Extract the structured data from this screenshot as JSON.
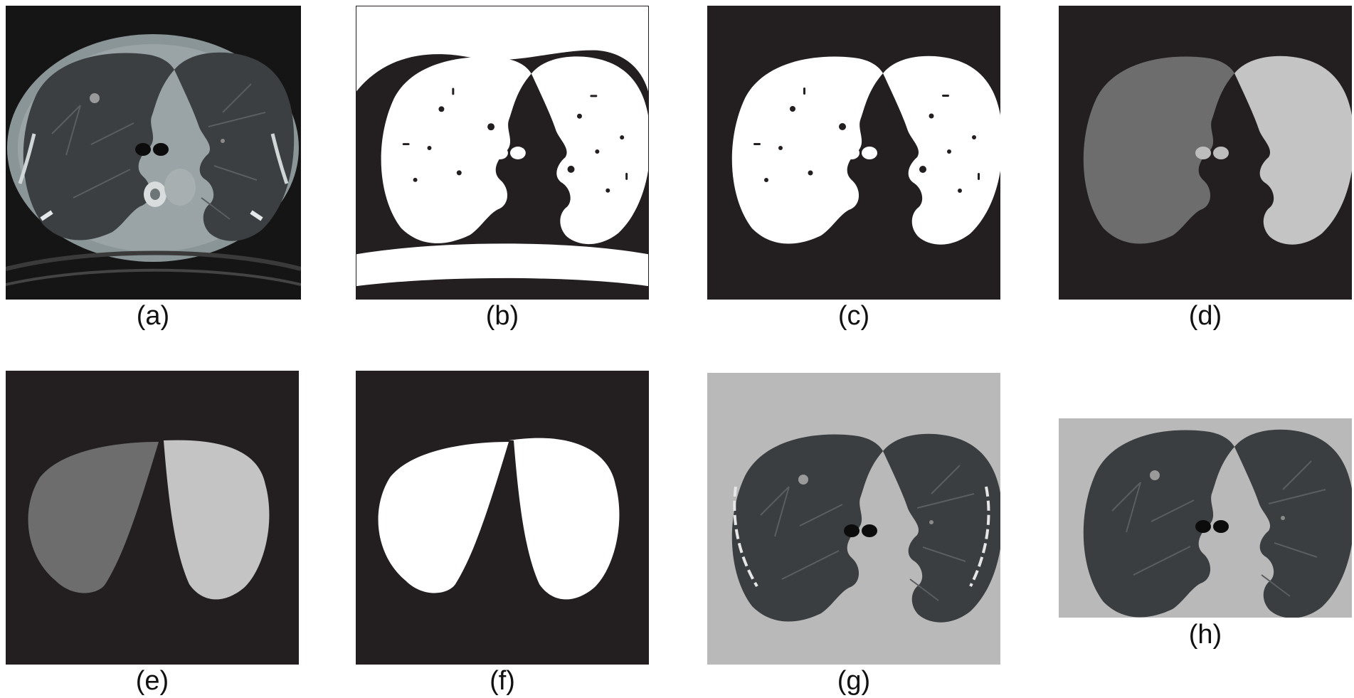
{
  "figure": {
    "panels": [
      {
        "id": "a",
        "label": "(a)",
        "content": "axial chest CT slice"
      },
      {
        "id": "b",
        "label": "(b)",
        "content": "binary threshold mask with body and table"
      },
      {
        "id": "c",
        "label": "(c)",
        "content": "binary lung mask with vessels"
      },
      {
        "id": "d",
        "label": "(d)",
        "content": "labeled left and right lungs"
      },
      {
        "id": "e",
        "label": "(e)",
        "content": "filled labeled lungs"
      },
      {
        "id": "f",
        "label": "(f)",
        "content": "combined white lung mask"
      },
      {
        "id": "g",
        "label": "(g)",
        "content": "masked CT lung region"
      },
      {
        "id": "h",
        "label": "(h)",
        "content": "cropped masked CT lung region"
      }
    ],
    "colors": {
      "background": "#ffffff",
      "mask_black": "#231f20",
      "mask_white": "#ffffff",
      "lung_dark_label": "#6d6d6d",
      "lung_light_label": "#c4c4c4",
      "masked_bg": "#b9b9b9",
      "lung_tissue": "#3a3e41"
    }
  }
}
